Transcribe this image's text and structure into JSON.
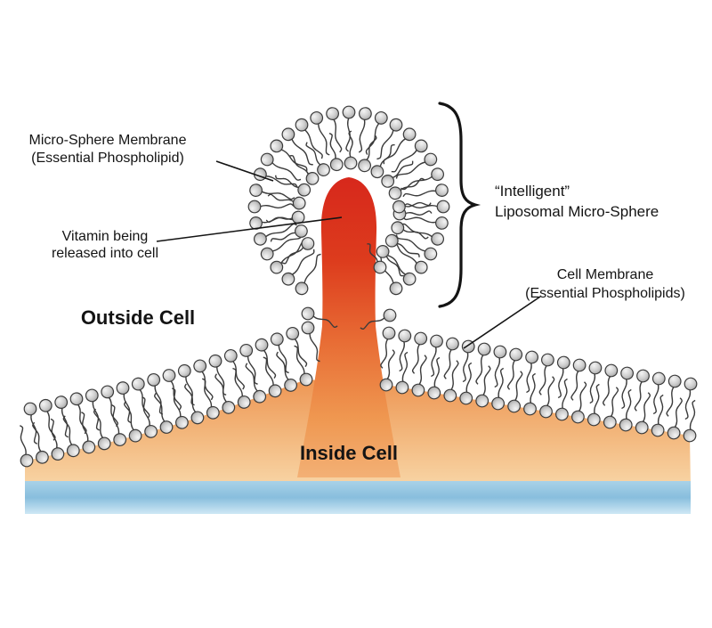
{
  "diagram": {
    "labels": {
      "microsphere_membrane_1": "Micro-Sphere Membrane",
      "microsphere_membrane_2": "(Essential Phospholipid)",
      "vitamin_1": "Vitamin being",
      "vitamin_2": "released into cell",
      "outside_cell": "Outside Cell",
      "inside_cell": "Inside Cell",
      "intelligent_1": "“Intelligent”",
      "intelligent_2": "Liposomal Micro-Sphere",
      "cell_membrane_1": "Cell Membrane",
      "cell_membrane_2": "(Essential Phospholipids)"
    },
    "colors": {
      "red_core": "#d7281c",
      "column_mid": "#e86d35",
      "column_low": "#f3b075",
      "cell_orange": "#ee9654",
      "cell_orange_pale": "#f8d5a6",
      "water_blue": "#88bedd",
      "water_blue_pale": "#cfe8f5",
      "lipid_head": "#cfcfcf",
      "lipid_head_dark": "#9e9e9e",
      "lipid_outline": "#3b3b3b",
      "annotation": "#141414"
    }
  }
}
